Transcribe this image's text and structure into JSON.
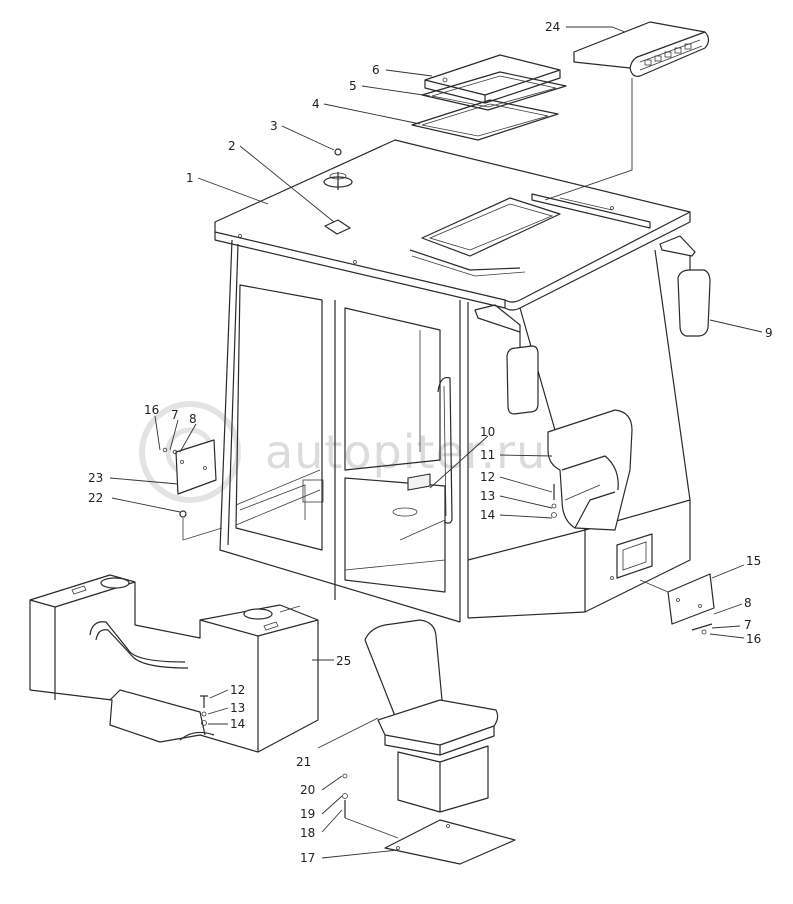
{
  "watermark": "autopiter.ru",
  "callouts": {
    "c1": "1",
    "c2": "2",
    "c3": "3",
    "c4": "4",
    "c5": "5",
    "c6": "6",
    "c7a": "7",
    "c7b": "7",
    "c8a": "8",
    "c8b": "8",
    "c9": "9",
    "c10": "10",
    "c11": "11",
    "c12a": "12",
    "c12b": "12",
    "c13a": "13",
    "c13b": "13",
    "c14a": "14",
    "c14b": "14",
    "c15": "15",
    "c16a": "16",
    "c16b": "16",
    "c17": "17",
    "c18": "18",
    "c19": "19",
    "c20": "20",
    "c21": "21",
    "c22": "22",
    "c23": "23",
    "c24": "24",
    "c25": "25"
  }
}
